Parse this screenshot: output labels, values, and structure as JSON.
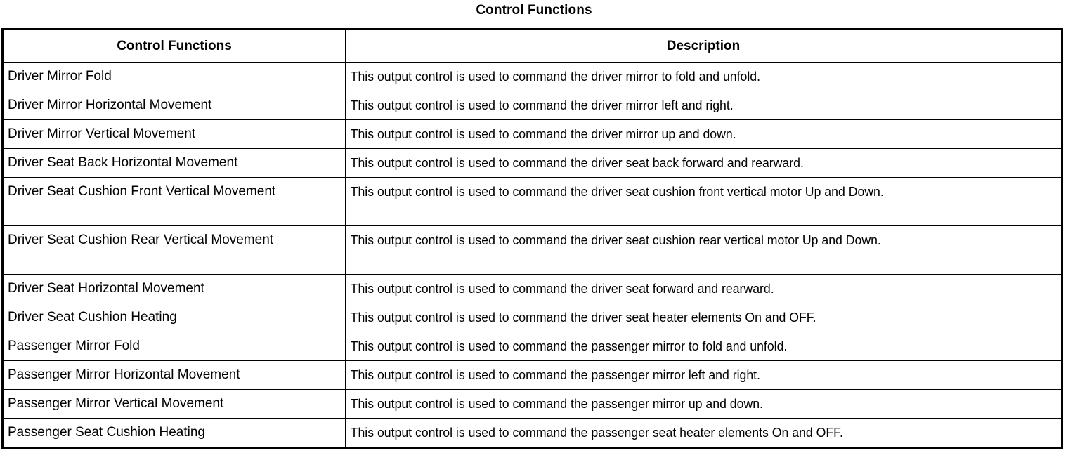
{
  "document": {
    "title": "Control Functions"
  },
  "table": {
    "columns": [
      {
        "key": "function",
        "header": "Control Functions"
      },
      {
        "key": "description",
        "header": "Description"
      }
    ],
    "rows": [
      {
        "function": "Driver Mirror Fold",
        "description": "This output control is used to command the driver mirror to fold and unfold.",
        "lines": 1
      },
      {
        "function": "Driver Mirror Horizontal Movement",
        "description": "This output control is used to command the driver mirror left and right.",
        "lines": 1
      },
      {
        "function": "Driver Mirror Vertical Movement",
        "description": "This output control is used to command the driver mirror up and down.",
        "lines": 1
      },
      {
        "function": "Driver Seat Back Horizontal Movement",
        "description": "This output control is used to command the driver seat back forward and rearward.",
        "lines": 1
      },
      {
        "function": "Driver Seat Cushion Front Vertical Movement",
        "description": "This output control is used to command the driver seat cushion front vertical motor Up and Down.",
        "lines": 2
      },
      {
        "function": "Driver Seat Cushion Rear Vertical Movement",
        "description": "This output control is used to command the driver seat cushion rear vertical motor Up and Down.",
        "lines": 2
      },
      {
        "function": "Driver Seat Horizontal Movement",
        "description": "This output control is used to command the driver seat forward and rearward.",
        "lines": 1
      },
      {
        "function": "Driver Seat Cushion Heating",
        "description": "This output control is used to command the driver seat heater elements On and OFF.",
        "lines": 1
      },
      {
        "function": "Passenger Mirror Fold",
        "description": "This output control is used to command the passenger mirror to fold and unfold.",
        "lines": 1
      },
      {
        "function": "Passenger Mirror Horizontal Movement",
        "description": "This output control is used to command the passenger mirror left and right.",
        "lines": 1
      },
      {
        "function": "Passenger Mirror Vertical Movement",
        "description": "This output control is used to command the passenger mirror up and down.",
        "lines": 1
      },
      {
        "function": "Passenger Seat Cushion Heating",
        "description": "This output control is used to command the passenger seat heater elements On and OFF.",
        "lines": 1
      }
    ]
  },
  "style": {
    "text_color": "#000000",
    "background_color": "#FFFFFF",
    "border_color": "#000000"
  }
}
